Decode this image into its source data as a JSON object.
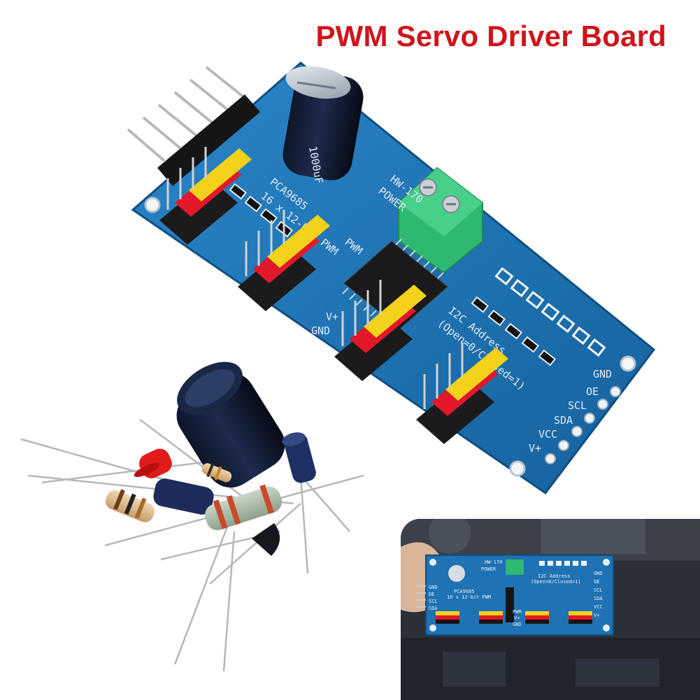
{
  "title": "PWM Servo Driver Board",
  "board": {
    "chip_label_1": "16 x 12-bit PWM",
    "chip_label_2": "PCA9685",
    "i2c_label_1": "I2C Address",
    "i2c_label_2": "(Open=0/Closed=1)",
    "pin_labels_right": [
      "GND",
      "OE",
      "SCL",
      "SDA",
      "VCC",
      "V+"
    ],
    "pin_labels_left": [
      "GND",
      "OE",
      "SCL",
      "SDA"
    ],
    "row_labels": [
      "PWM",
      "V+",
      "GND"
    ],
    "power_label": "POWER",
    "model_label": "HW-170",
    "cap_label": "1000uF"
  },
  "colors": {
    "title": "#d0141c",
    "pcb": "#1e74b6",
    "header_black": "#1b1b1b",
    "header_red": "#e3182a",
    "header_yellow": "#f2d21b",
    "terminal_green": "#2eb872"
  }
}
